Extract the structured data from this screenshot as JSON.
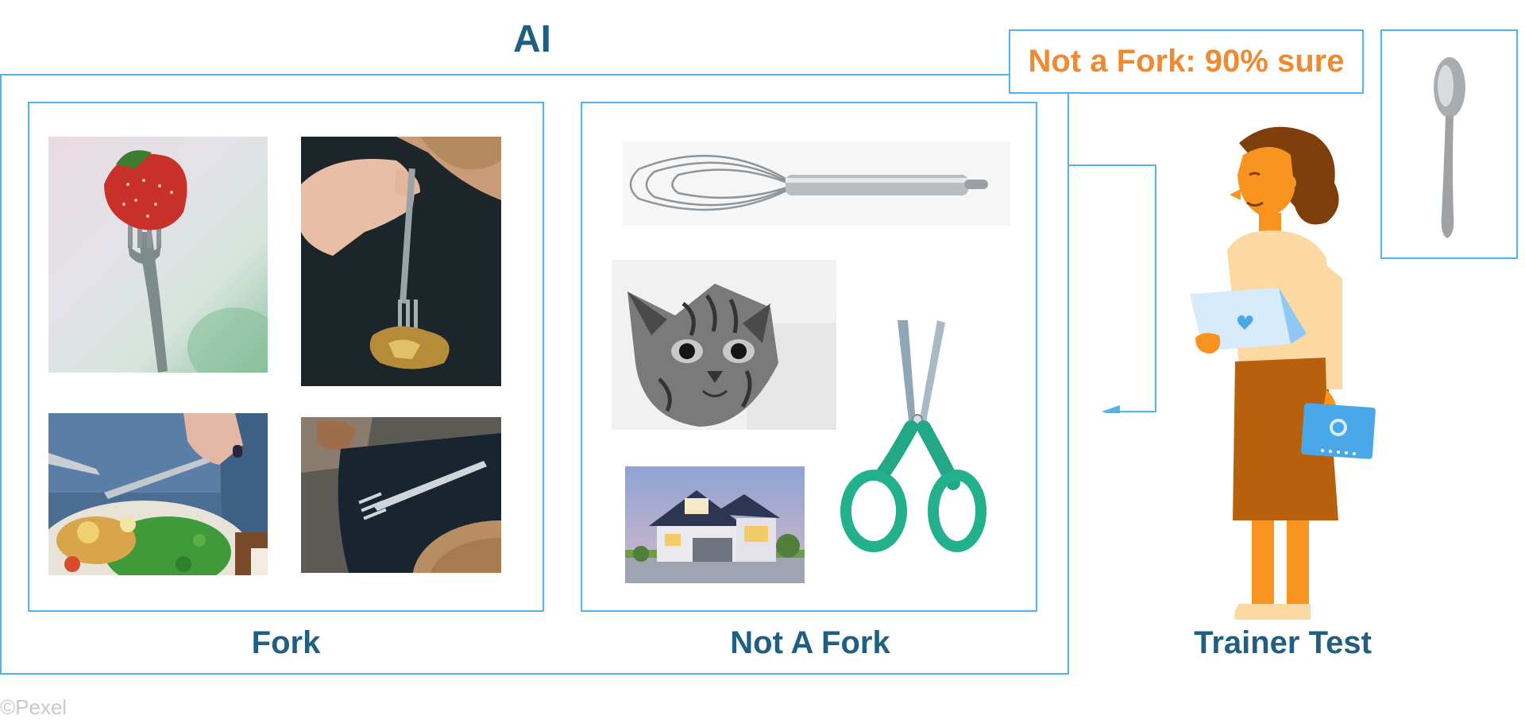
{
  "diagram": {
    "title": "AI",
    "prediction": "Not a Fork: 90% sure",
    "groups": {
      "fork": "Fork",
      "not_fork": "Not A Fork",
      "trainer": "Trainer Test"
    },
    "credit": "©Pexel"
  },
  "colors": {
    "border": "#52b4ec",
    "label_text": "#215f82",
    "prediction_text": "#f08a31",
    "credit_text": "#c9c9c9"
  },
  "images": {
    "fork_group": [
      "fork-with-strawberry",
      "hand-holding-fork",
      "fork-over-salad",
      "fork-on-napkin"
    ],
    "not_fork_group": [
      "whisk",
      "kitten",
      "house",
      "scissors"
    ],
    "test_image": "spoon",
    "character": "woman-with-laptop"
  }
}
